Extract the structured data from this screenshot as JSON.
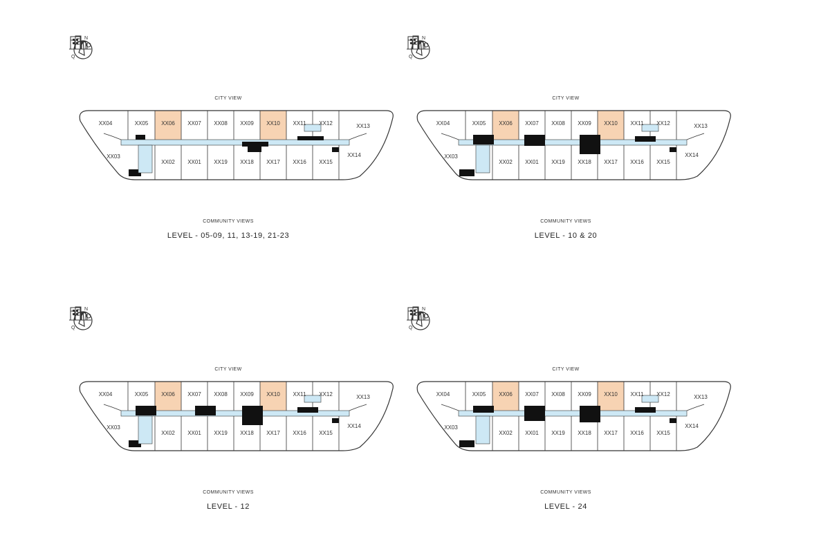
{
  "common": {
    "compass_north": "N",
    "compass_q": "Q",
    "city_view": "CITY VIEW",
    "community_views": "COMMUNITY VIEWS",
    "icons": {
      "compass": "compass-icon",
      "city": "city-buildings-icon",
      "community": "community-houses-icon"
    },
    "colors": {
      "highlight": "#f7d3b3",
      "corridor": "#cde8f5",
      "wall": "#111111",
      "outline": "#333333"
    }
  },
  "plans": [
    {
      "level": "LEVEL - 05-09, 11, 13-19, 21-23",
      "top_units": [
        "XX04",
        "XX05",
        "XX06",
        "XX07",
        "XX08",
        "XX09",
        "XX10",
        "XX11",
        "XX12",
        "XX13"
      ],
      "bottom_units": [
        "XX03",
        "XX02",
        "XX01",
        "XX19",
        "XX18",
        "XX17",
        "XX16",
        "XX15",
        "XX14"
      ],
      "highlighted_units": [
        "XX06",
        "XX10"
      ]
    },
    {
      "level": "LEVEL - 10 & 20",
      "top_units": [
        "XX04",
        "XX05",
        "XX06",
        "XX07",
        "XX08",
        "XX09",
        "XX10",
        "XX11",
        "XX12",
        "XX13"
      ],
      "bottom_units": [
        "XX03",
        "XX02",
        "XX01",
        "XX19",
        "XX18",
        "XX17",
        "XX16",
        "XX15",
        "XX14"
      ],
      "highlighted_units": [
        "XX06",
        "XX10"
      ]
    },
    {
      "level": "LEVEL - 12",
      "top_units": [
        "XX04",
        "XX05",
        "XX06",
        "XX07",
        "XX08",
        "XX09",
        "XX10",
        "XX11",
        "XX12",
        "XX13"
      ],
      "bottom_units": [
        "XX03",
        "XX02",
        "XX01",
        "XX19",
        "XX18",
        "XX17",
        "XX16",
        "XX15",
        "XX14"
      ],
      "highlighted_units": [
        "XX06",
        "XX10"
      ]
    },
    {
      "level": "LEVEL - 24",
      "top_units": [
        "XX04",
        "XX05",
        "XX06",
        "XX07",
        "XX08",
        "XX09",
        "XX10",
        "XX11",
        "XX12",
        "XX13"
      ],
      "bottom_units": [
        "XX03",
        "XX02",
        "XX01",
        "XX19",
        "XX18",
        "XX17",
        "XX16",
        "XX15",
        "XX14"
      ],
      "highlighted_units": [
        "XX06",
        "XX10"
      ]
    }
  ]
}
